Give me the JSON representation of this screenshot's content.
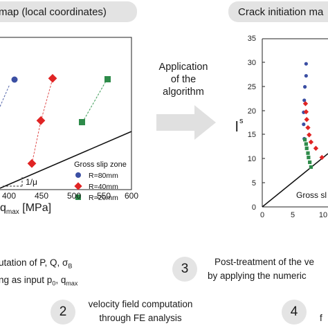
{
  "left_panel": {
    "title": "map (local coordinates)",
    "xlabel_main": "q",
    "xlabel_sub": "max",
    "xlabel_unit": "[MPa]",
    "xticks": [
      "400",
      "450",
      "500",
      "550",
      "600"
    ],
    "gross_slip_label": "Gross slip zone",
    "mu_label": "1/μ",
    "legend": [
      {
        "label": "R=80mm",
        "marker": "circle",
        "color": "#3b4fa3"
      },
      {
        "label": "R=40mm",
        "marker": "diamond",
        "color": "#e02424"
      },
      {
        "label": "R=20mm",
        "marker": "square",
        "color": "#2e8b4a"
      }
    ]
  },
  "middle": {
    "line1": "Application",
    "line2": "of the",
    "line3": "algorithm"
  },
  "right_panel": {
    "title": "Crack initiation ma",
    "ylabel_main": "l",
    "ylabel_sup": "s",
    "yticks": [
      "0",
      "5",
      "10",
      "15",
      "20",
      "25",
      "30",
      "35"
    ],
    "xticks": [
      "0",
      "5",
      "10"
    ],
    "gross_slip_label": "Gross sl"
  },
  "steps": {
    "step1_line1": "utation of P, Q, σ",
    "step1_line1_sub": "B",
    "step1_line2": "ng as input p",
    "step1_line2_sub0": "0",
    "step1_line2_mid": ", q",
    "step1_line2_sub1": "max",
    "step2_num": "2",
    "step2_line1": "velocity field computation",
    "step2_line2": "through FE analysis",
    "step3_num": "3",
    "step3_line1": "Post-treatment of the ve",
    "step3_line2": "by applying the numeric",
    "step4_num": "4",
    "step4_line1": "f"
  },
  "chart_data": [
    {
      "type": "scatter",
      "title": "map (local coordinates)",
      "xlabel": "qmax [MPa]",
      "x_ticks": [
        400,
        450,
        500,
        550,
        600
      ],
      "series": [
        {
          "name": "R=80mm",
          "points": [
            [
              411,
              1
            ]
          ]
        },
        {
          "name": "R=40mm",
          "points": [
            [
              440,
              0.3
            ],
            [
              453,
              0.67
            ],
            [
              470,
              1
            ]
          ]
        },
        {
          "name": "R=20mm",
          "points": [
            [
              518,
              0.7
            ],
            [
              560,
              1
            ]
          ]
        }
      ]
    },
    {
      "type": "scatter",
      "title": "Crack initiation ma",
      "ylabel": "ls",
      "ylim": [
        0,
        35
      ],
      "y_ticks": [
        0,
        5,
        10,
        15,
        20,
        25,
        30,
        35
      ],
      "x_ticks": [
        0,
        5,
        10
      ],
      "series": [
        {
          "name": "R=80mm",
          "points": [
            [
              7.2,
              29.8
            ],
            [
              7.2,
              27.3
            ],
            [
              7.0,
              25.0
            ],
            [
              6.9,
              22.2
            ],
            [
              6.8,
              19.7
            ],
            [
              6.8,
              17.2
            ],
            [
              6.9,
              14.2
            ]
          ]
        },
        {
          "name": "R=40mm",
          "points": [
            [
              7.1,
              21.5
            ],
            [
              7.2,
              19.8
            ],
            [
              7.3,
              18.2
            ],
            [
              7.5,
              16.5
            ],
            [
              7.7,
              15.0
            ],
            [
              8.0,
              13.5
            ],
            [
              8.8,
              12.2
            ],
            [
              9.8,
              10.3
            ]
          ]
        },
        {
          "name": "R=20mm",
          "points": [
            [
              7.0,
              14.0
            ],
            [
              7.2,
              13.1
            ],
            [
              7.3,
              12.2
            ],
            [
              7.5,
              11.2
            ],
            [
              7.6,
              10.3
            ],
            [
              7.8,
              9.3
            ],
            [
              8.0,
              8.3
            ]
          ]
        }
      ]
    }
  ]
}
